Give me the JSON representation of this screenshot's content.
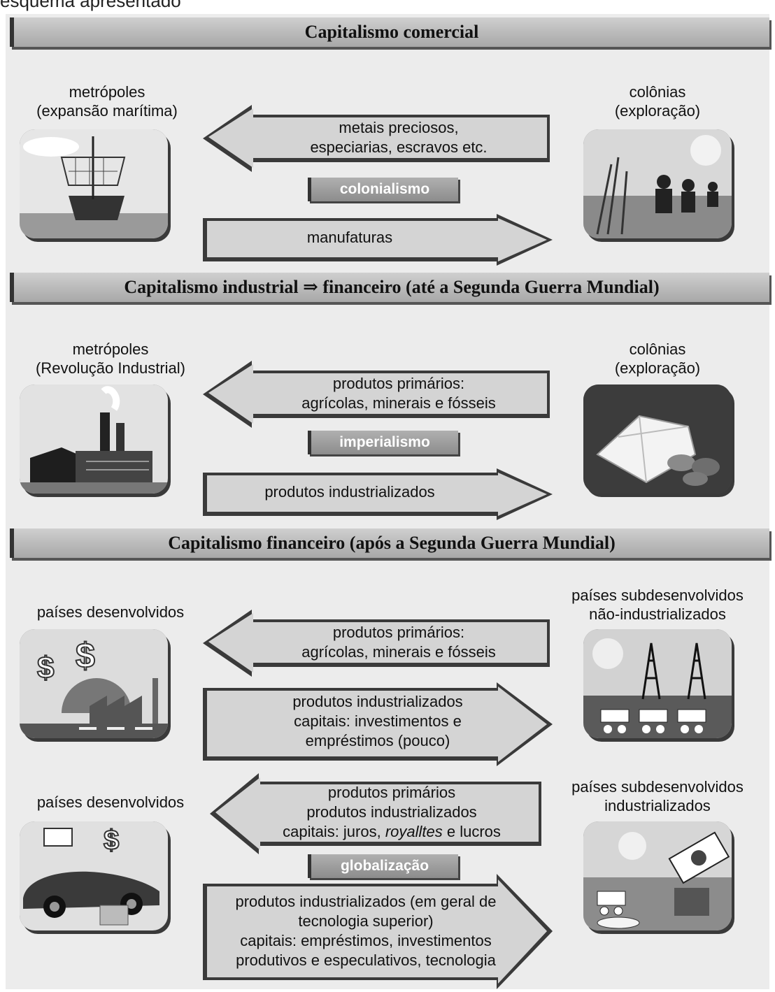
{
  "caption": "esquema apresentado",
  "sections": [
    {
      "title": "Capitalismo comercial",
      "left_label": "metrópoles\n(expansão marítima)",
      "right_label": "colônias\n(exploração)",
      "arrow_in": "metais preciosos,\nespeciarias, escravos etc.",
      "arrow_out": "manufaturas",
      "badge": "colonialismo",
      "left_image": "ship-icon",
      "right_image": "plantation-workers-icon"
    },
    {
      "title": "Capitalismo industrial ⇒ financeiro (até a Segunda Guerra Mundial)",
      "left_label": "metrópoles\n(Revolução Industrial)",
      "right_label": "colônias\n(exploração)",
      "arrow_in": "produtos primários:\nagrícolas, minerais e fósseis",
      "arrow_out": "produtos industrializados",
      "badge": "imperialismo",
      "left_image": "factory-icon",
      "right_image": "minerals-icon"
    },
    {
      "title": "Capitalismo financeiro (após a Segunda Guerra Mundial)",
      "rows": [
        {
          "left_label": "países desenvolvidos",
          "right_label": "países subdesenvolvidos\nnão-industrializados",
          "arrow_in": "produtos primários:\nagrícolas, minerais e fósseis",
          "arrow_out": "produtos industrializados\ncapitais: investimentos e\nempréstimos (pouco)",
          "left_image": "money-industry-icon",
          "right_image": "oil-derrick-icon"
        },
        {
          "left_label": "países desenvolvidos",
          "right_label": "países subdesenvolvidos\nindustrializados",
          "arrow_in_lines": [
            "produtos primários",
            "produtos industrializados"
          ],
          "arrow_in_last_prefix": "capitais: juros, ",
          "arrow_in_last_italic": "royalltes",
          "arrow_in_last_suffix": " e lucros",
          "arrow_out": "produtos industrializados (em geral de\ntecnologia superior)\ncapitais: empréstimos, investimentos\nprodutivos e especulativos, tecnologia",
          "badge": "globalização",
          "left_image": "car-computer-icon",
          "right_image": "banknotes-icon"
        }
      ]
    }
  ]
}
